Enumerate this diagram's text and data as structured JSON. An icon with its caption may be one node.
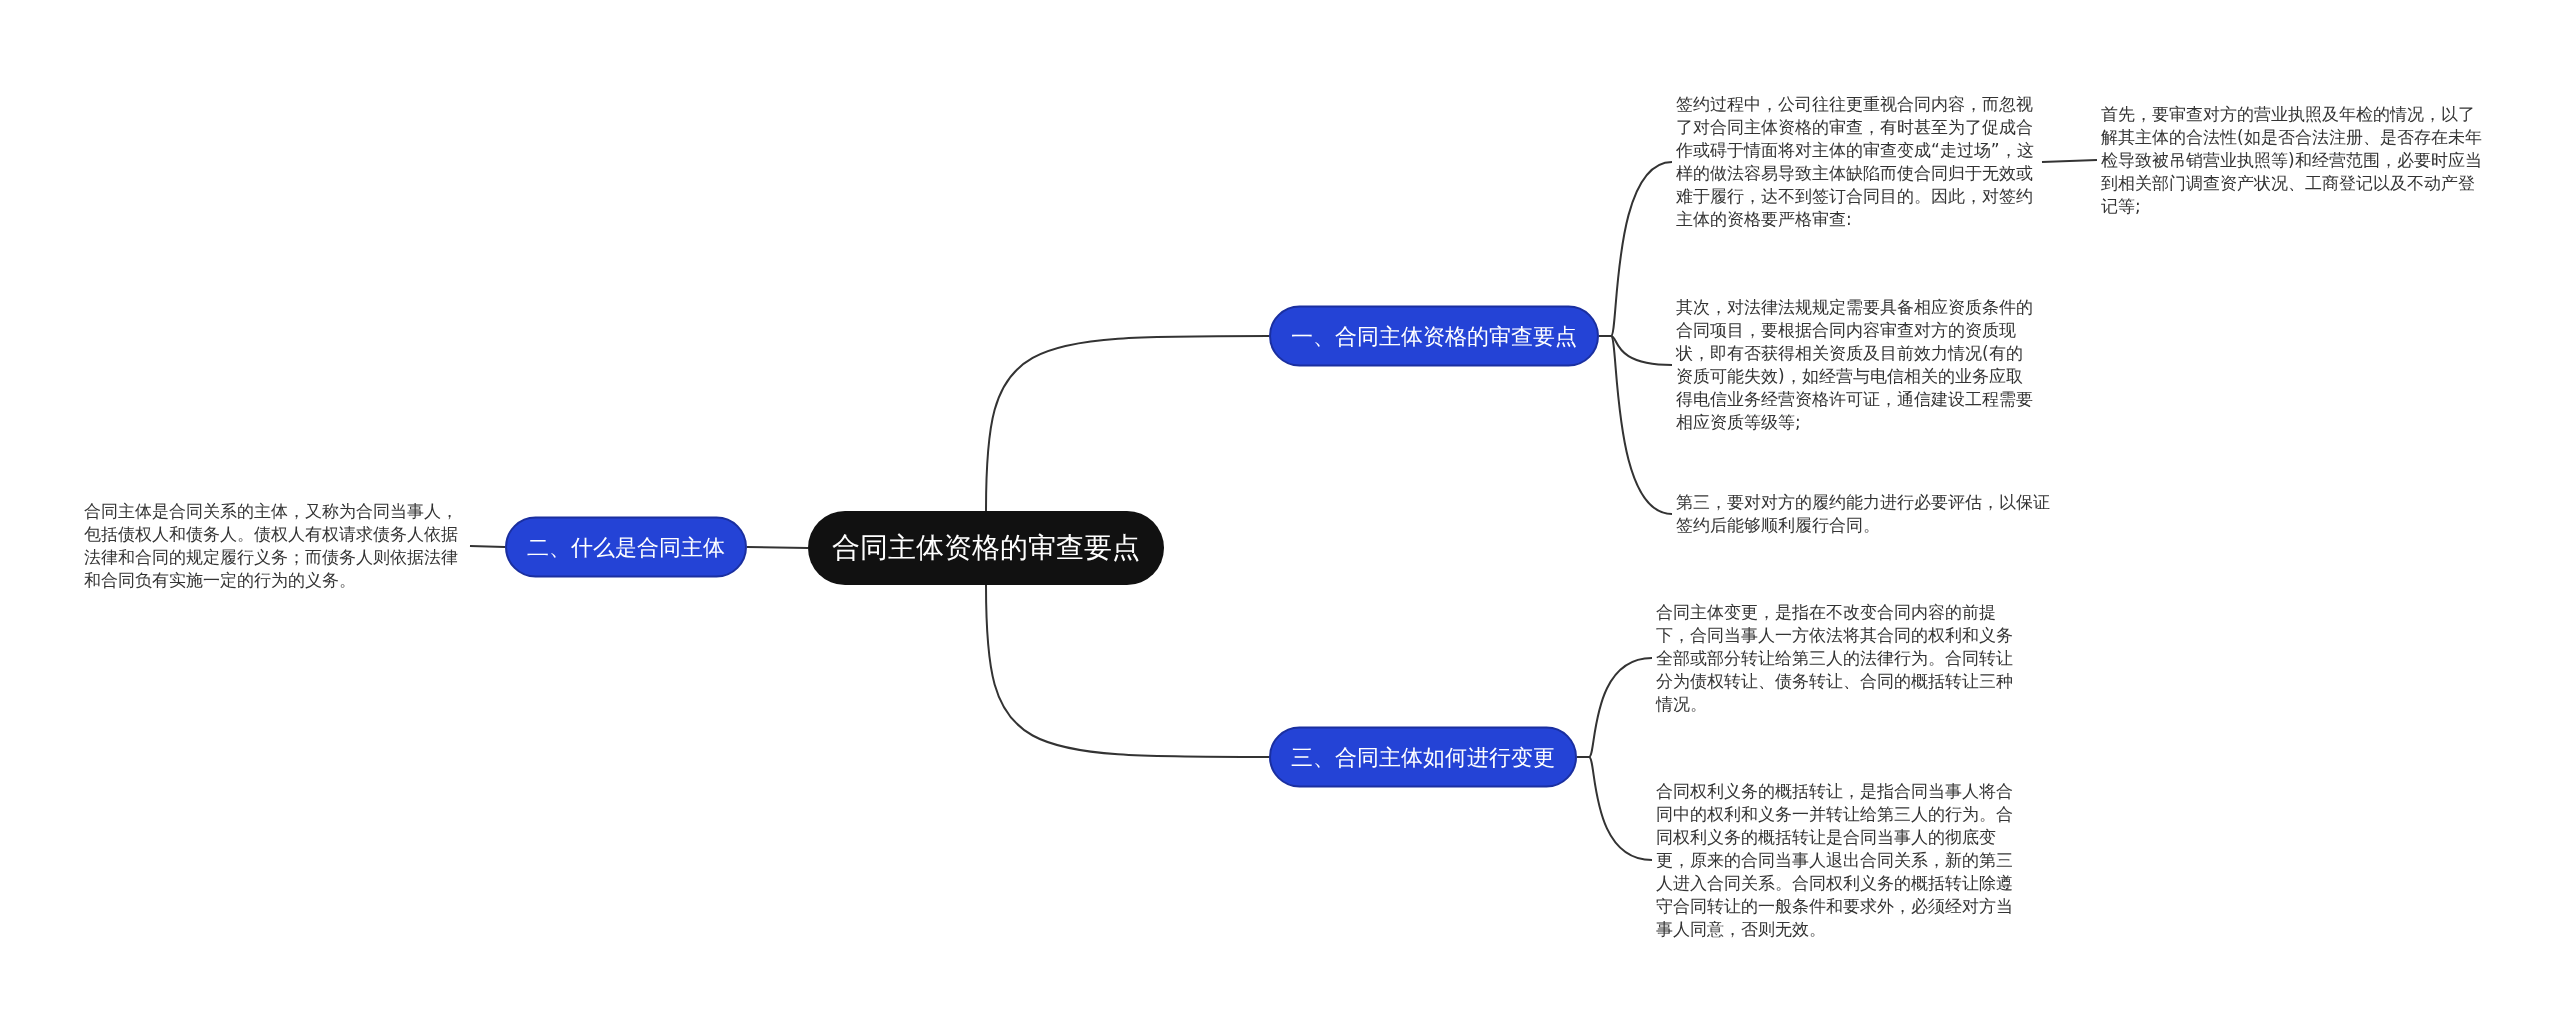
{
  "diagram": {
    "nodes": [
      {
        "text": [
          "合同主体资格的审查要点"
        ]
      },
      {
        "text": [
          "一、合同主体资格的审查要点"
        ]
      },
      {
        "text": [
          "签约过程中，公司往往更重视合同内容，而忽视了对合同主体资格的审查，有时甚至为了促成合作或碍于情面将对主体的审查变成“走过场”，这样的做法容易导致主体缺陷而使合同归于无效或难于履行，达不到签订合同目的。因此，对签约主体的资格要严格审查:"
        ]
      },
      {
        "text": [
          "首先，要审查对方的营业执照及年检的情况，以了解其主体的合法性(如是否合法注册、是否存在未年检导致被吊销营业执照等)和经营范围，必要时应当到相关部门调查资产状况、工商登记以及不动产登记等;"
        ]
      },
      {
        "text": [
          "其次，对法律法规规定需要具备相应资质条件的合同项目，要根据合同内容审查对方的资质现状，即有否获得相关资质及目前效力情况(有的资质可能失效)，如经营与电信相关的业务应取得电信业务经营资格许可证，通信建设工程需要相应资质等级等;"
        ]
      },
      {
        "text": [
          "第三，要对对方的履约能力进行必要评估，以保证签约后能够顺利履行合同。"
        ]
      },
      {
        "text": [
          "二、什么是合同主体"
        ]
      },
      {
        "text": [
          "合同主体是合同关系的主体，又称为合同当事人，包括债权人和债务人。债权人有权请求债务人依据法律和合同的规定履行义务；而债务人则依据法律和合同负有实施一定的行为的义务。"
        ]
      },
      {
        "text": [
          "三、合同主体如何进行变更"
        ]
      },
      {
        "text": [
          "合同主体变更，是指在不改变合同内容的前提下，合同当事人一方依法将其合同的权利和义务全部或部分转让给第三人的法律行为。合同转让分为债权转让、债务转让、合同的概括转让三种情况。"
        ]
      },
      {
        "text": [
          "合同权利义务的概括转让，是指合同当事人将合同中的权利和义务一并转让给第三人的行为。合同权利义务的概括转让是合同当事人的彻底变更，原来的合同当事人退出合同关系，新的第三人进入合同关系。合同权利义务的概括转让除遵守合同转让的一般条件和要求外，必须经对方当事人同意，否则无效。"
        ]
      }
    ],
    "edges": [
      {
        "from": 0,
        "to": 1,
        "arrow": "none"
      },
      {
        "from": 1,
        "to": 2,
        "arrow": "none"
      },
      {
        "from": 2,
        "to": 3,
        "arrow": "none"
      },
      {
        "from": 1,
        "to": 4,
        "arrow": "none"
      },
      {
        "from": 1,
        "to": 5,
        "arrow": "none"
      },
      {
        "from": 0,
        "to": 6,
        "arrow": "none"
      },
      {
        "from": 6,
        "to": 7,
        "arrow": "none"
      },
      {
        "from": 0,
        "to": 8,
        "arrow": "none"
      },
      {
        "from": 8,
        "to": 9,
        "arrow": "none"
      },
      {
        "from": 8,
        "to": 10,
        "arrow": "none"
      }
    ]
  }
}
